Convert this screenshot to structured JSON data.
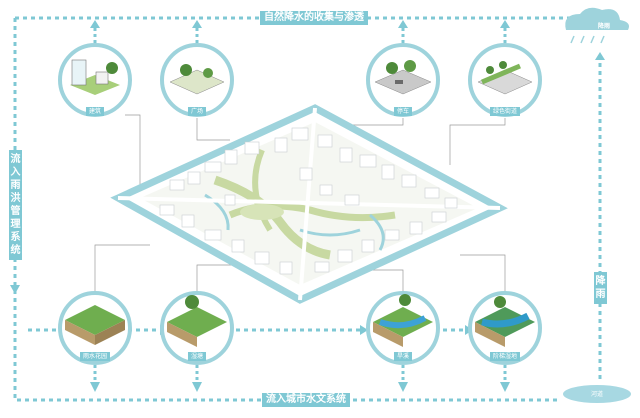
{
  "top_banner": "自然降水的收集与渗透",
  "bottom_banner": "流入城市水文系统",
  "left_banner": "流入雨洪管理系统",
  "right_label": "降雨",
  "cloud_label": "降雨",
  "pond_label": "河道",
  "top_nodes": [
    "建筑",
    "广场",
    "停车",
    "绿色街道"
  ],
  "bottom_nodes": [
    "雨水花园",
    "湿塘",
    "旱溪",
    "阶梯湿地"
  ],
  "colors": {
    "accent": "#7fc8d4",
    "plan_green": "#c8d9a2",
    "border": "#9ed3dc"
  }
}
